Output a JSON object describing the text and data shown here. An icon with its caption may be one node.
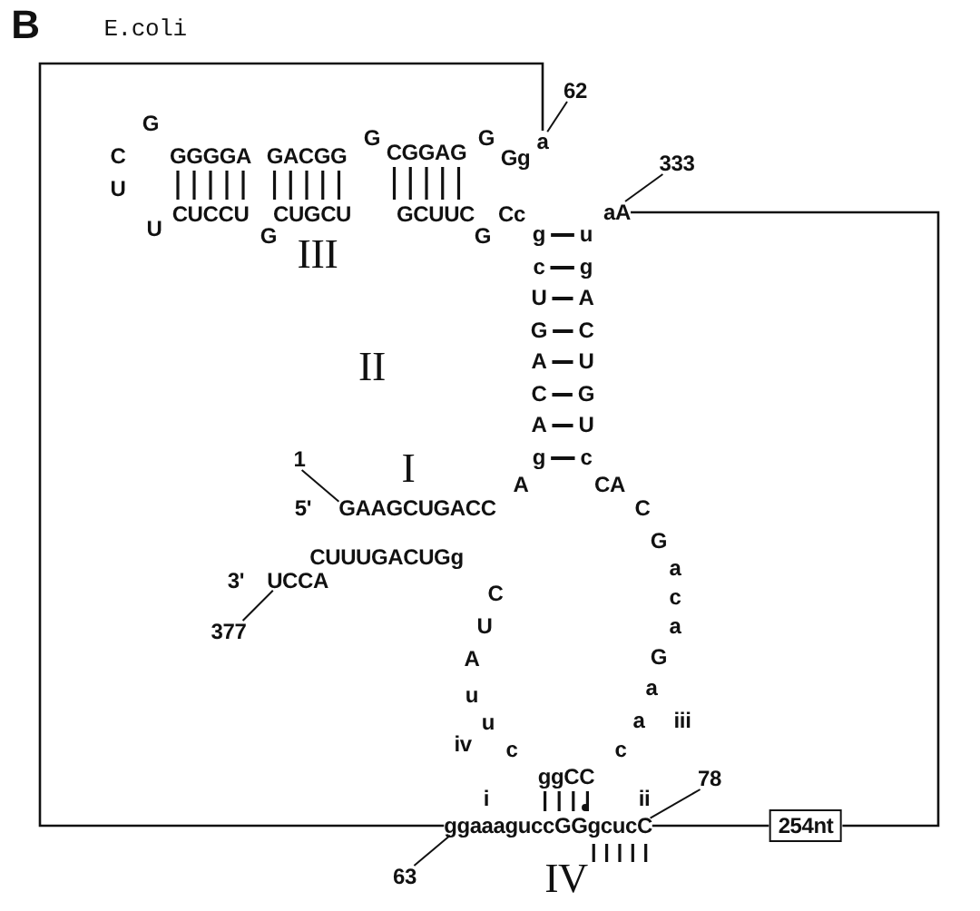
{
  "diagram": {
    "nodes": [
      {
        "text": [
          "a"
        ]
      },
      {
        "text": [
          "aA"
        ]
      },
      {
        "text": [
          "ggaaaguccGGgcucC"
        ]
      },
      {
        "text": [
          "254nt"
        ]
      },
      {
        "text": [
          "62"
        ]
      },
      {
        "text": [
          "333"
        ]
      },
      {
        "text": [
          "1"
        ]
      },
      {
        "text": [
          "377"
        ]
      },
      {
        "text": [
          "63"
        ]
      },
      {
        "text": [
          "78"
        ]
      },
      {
        "text": [
          "GAAGCUGACC"
        ]
      },
      {
        "text": [
          "UCCA"
        ]
      }
    ],
    "edges": [
      {
        "from": 0,
        "to": 2,
        "arrow": "none"
      },
      {
        "from": 1,
        "to": 3,
        "arrow": "none"
      },
      {
        "from": 2,
        "to": 3,
        "arrow": "none"
      },
      {
        "from": 4,
        "to": 0,
        "arrow": "none"
      },
      {
        "from": 5,
        "to": 1,
        "arrow": "none"
      },
      {
        "from": 6,
        "to": 10,
        "arrow": "none"
      },
      {
        "from": 7,
        "to": 11,
        "arrow": "none"
      },
      {
        "from": 8,
        "to": 2,
        "arrow": "none"
      },
      {
        "from": 9,
        "to": 2,
        "arrow": "none"
      }
    ],
    "labels": [
      "B",
      "E.coli",
      "G",
      "C",
      "GGGGA",
      "GACGG",
      "G",
      "CGGAG",
      "G",
      "Gg",
      "U",
      "CUCCU",
      "CUGCU",
      "GCUUC",
      "Cc",
      "U",
      "G",
      "G",
      "III",
      "g",
      "u",
      "c",
      "g",
      "U",
      "A",
      "G",
      "C",
      "A",
      "U",
      "C",
      "G",
      "A",
      "U",
      "g",
      "c",
      "II",
      "I",
      "5'",
      "A",
      "CA",
      "C",
      "G",
      "CUUUGACUGg",
      "a",
      "3'",
      "C",
      "c",
      "U",
      "a",
      "A",
      "G",
      "a",
      "u",
      "u",
      "a",
      "iii",
      "iv",
      "c",
      "c",
      "ggCC",
      "i",
      "ii",
      "IV"
    ]
  }
}
